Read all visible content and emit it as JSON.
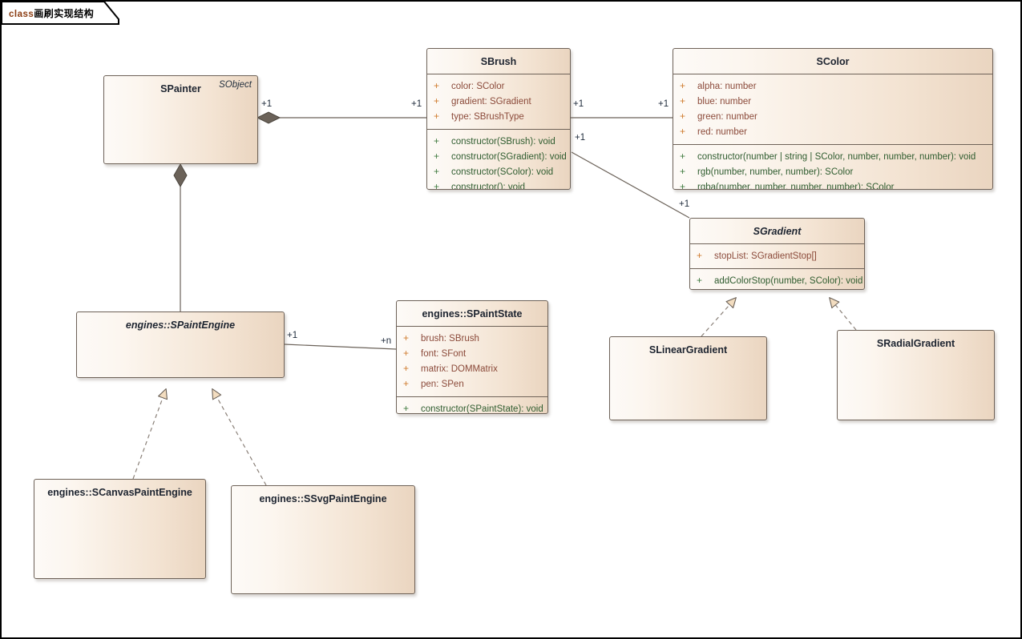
{
  "frame": {
    "keyword": "class",
    "title": "画刷实现结构"
  },
  "diagram": {
    "type": "uml-class-diagram",
    "colors": {
      "box_fill_left": "#fdfaf7",
      "box_fill_right": "#ead5c0",
      "box_border": "#6e6258",
      "attribute_text": "#8b4a3a",
      "method_text": "#2f5c2f",
      "visibility_attr": "#cf7b2e",
      "visibility_method": "#3f7a3f",
      "title_text": "#1d2430",
      "multiplicity_text": "#1d2a3a",
      "connector": "#6b6259",
      "arrow_fill": "#f3ddc0"
    }
  },
  "classes": {
    "spainter": {
      "name": "SPainter",
      "stereotype": "SObject",
      "abstract": false,
      "attributes": [],
      "methods": []
    },
    "sbrush": {
      "name": "SBrush",
      "abstract": false,
      "attributes": [
        {
          "vis": "+",
          "label": "color: SColor"
        },
        {
          "vis": "+",
          "label": "gradient: SGradient"
        },
        {
          "vis": "+",
          "label": "type: SBrushType"
        }
      ],
      "methods": [
        {
          "vis": "+",
          "label": "constructor(SBrush): void"
        },
        {
          "vis": "+",
          "label": "constructor(SGradient): void"
        },
        {
          "vis": "+",
          "label": "constructor(SColor): void"
        },
        {
          "vis": "+",
          "label": "constructor(): void"
        }
      ]
    },
    "scolor": {
      "name": "SColor",
      "abstract": false,
      "attributes": [
        {
          "vis": "+",
          "label": "alpha: number"
        },
        {
          "vis": "+",
          "label": "blue: number"
        },
        {
          "vis": "+",
          "label": "green: number"
        },
        {
          "vis": "+",
          "label": "red: number"
        }
      ],
      "methods": [
        {
          "vis": "+",
          "label": "constructor(number | string | SColor, number, number, number): void"
        },
        {
          "vis": "+",
          "label": "rgb(number, number, number): SColor"
        },
        {
          "vis": "+",
          "label": "rgba(number, number, number, number): SColor"
        }
      ]
    },
    "sgradient": {
      "name": "SGradient",
      "abstract": true,
      "attributes": [
        {
          "vis": "+",
          "label": "stopList: SGradientStop[]"
        }
      ],
      "methods": [
        {
          "vis": "+",
          "label": "addColorStop(number, SColor): void"
        }
      ]
    },
    "slineargradient": {
      "name": "SLinearGradient",
      "abstract": false,
      "attributes": [],
      "methods": []
    },
    "sradialgradient": {
      "name": "SRadialGradient",
      "abstract": false,
      "attributes": [],
      "methods": []
    },
    "spaintengine": {
      "name": "engines::SPaintEngine",
      "abstract": true,
      "attributes": [],
      "methods": []
    },
    "spaintstate": {
      "name": "engines::SPaintState",
      "abstract": false,
      "attributes": [
        {
          "vis": "+",
          "label": "brush: SBrush"
        },
        {
          "vis": "+",
          "label": "font: SFont"
        },
        {
          "vis": "+",
          "label": "matrix: DOMMatrix"
        },
        {
          "vis": "+",
          "label": "pen: SPen"
        }
      ],
      "methods": [
        {
          "vis": "+",
          "label": "constructor(SPaintState): void"
        }
      ]
    },
    "scanvaspaintengine": {
      "name": "engines::SCanvasPaintEngine",
      "abstract": false,
      "attributes": [],
      "methods": []
    },
    "ssvgpaintengine": {
      "name": "engines::SSvgPaintEngine",
      "abstract": false,
      "attributes": [],
      "methods": []
    }
  },
  "multiplicities": {
    "painter_brush_src": "+1",
    "painter_brush_dst": "+1",
    "brush_color_src": "+1",
    "brush_color_dst": "+1",
    "brush_gradient_src": "+1",
    "brush_gradient_dst": "+1",
    "engine_state_src": "+1",
    "engine_state_dst": "+n"
  },
  "relations": [
    {
      "from": "SPainter",
      "to": "SBrush",
      "kind": "composition",
      "source_mult": "+1",
      "target_mult": "+1"
    },
    {
      "from": "SBrush",
      "to": "SColor",
      "kind": "association",
      "source_mult": "+1",
      "target_mult": "+1"
    },
    {
      "from": "SBrush",
      "to": "SGradient",
      "kind": "association",
      "source_mult": "+1",
      "target_mult": "+1"
    },
    {
      "from": "SPainter",
      "to": "engines::SPaintEngine",
      "kind": "composition",
      "source_mult": "",
      "target_mult": ""
    },
    {
      "from": "engines::SPaintEngine",
      "to": "engines::SPaintState",
      "kind": "association",
      "source_mult": "+1",
      "target_mult": "+n"
    },
    {
      "from": "engines::SCanvasPaintEngine",
      "to": "engines::SPaintEngine",
      "kind": "realization"
    },
    {
      "from": "engines::SSvgPaintEngine",
      "to": "engines::SPaintEngine",
      "kind": "realization"
    },
    {
      "from": "SLinearGradient",
      "to": "SGradient",
      "kind": "realization"
    },
    {
      "from": "SRadialGradient",
      "to": "SGradient",
      "kind": "realization"
    }
  ]
}
